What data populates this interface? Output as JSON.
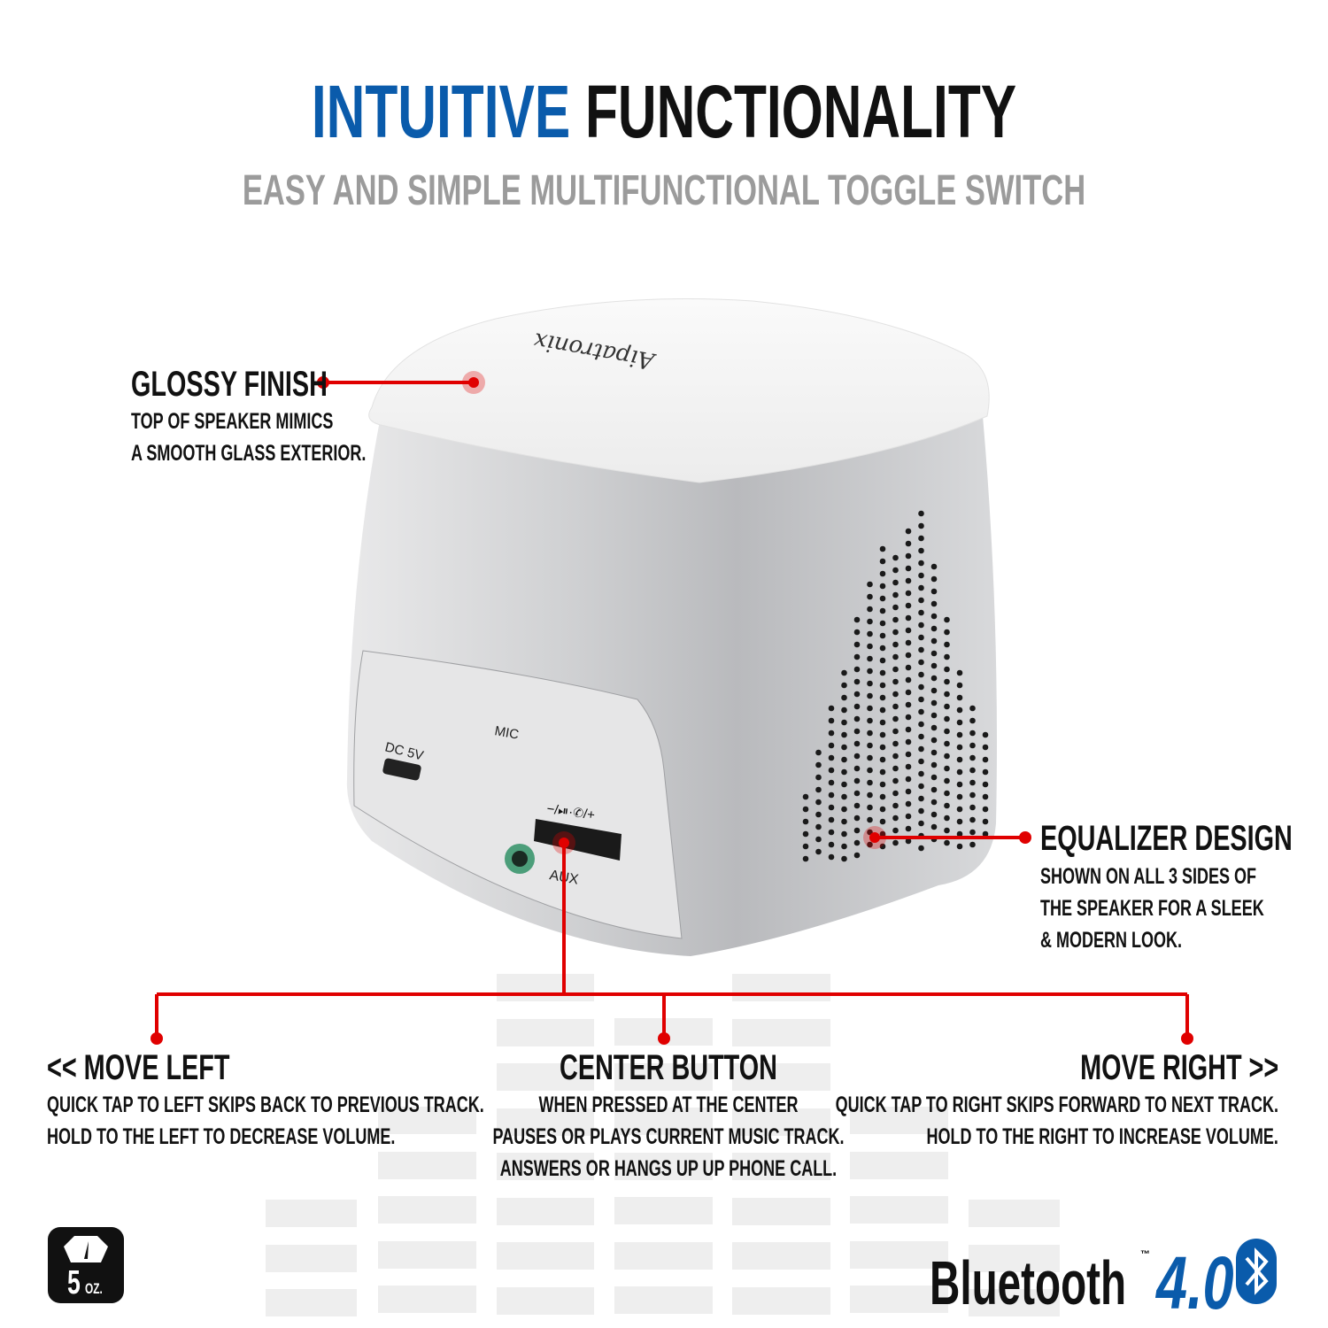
{
  "header": {
    "title_accent": "INTUITIVE",
    "title_main": "FUNCTIONALITY",
    "subtitle": "EASY AND SIMPLE MULTIFUNCTIONAL TOGGLE SWITCH"
  },
  "product": {
    "brand": "Aipatronix",
    "port_labels": {
      "dc": "DC 5V",
      "mic": "MIC",
      "aux": "AUX",
      "toggle": "−/⏯·✆/+"
    }
  },
  "callouts": {
    "glossy": {
      "title": "GLOSSY FINISH",
      "lines": [
        "TOP OF SPEAKER MIMICS",
        "A SMOOTH GLASS EXTERIOR."
      ]
    },
    "equalizer": {
      "title": "EQUALIZER DESIGN",
      "lines": [
        "SHOWN ON ALL 3 SIDES OF",
        "THE SPEAKER FOR A SLEEK",
        "& MODERN LOOK."
      ]
    },
    "left": {
      "title": "<< MOVE LEFT",
      "lines": [
        "QUICK TAP TO LEFT SKIPS BACK TO PREVIOUS TRACK.",
        "HOLD TO THE LEFT TO DECREASE VOLUME."
      ]
    },
    "center": {
      "title": "CENTER BUTTON",
      "lines": [
        "WHEN PRESSED AT THE CENTER",
        "PAUSES OR PLAYS CURRENT MUSIC TRACK.",
        "ANSWERS OR HANGS UP UP PHONE CALL."
      ]
    },
    "right": {
      "title": "MOVE RIGHT >>",
      "lines": [
        "QUICK TAP TO RIGHT SKIPS FORWARD TO NEXT TRACK.",
        "HOLD TO THE RIGHT TO INCREASE VOLUME."
      ]
    }
  },
  "badges": {
    "weight": {
      "value": "5",
      "unit": "OZ.",
      "icon": "scale-icon"
    },
    "bluetooth": {
      "word": "Bluetooth",
      "tm": "™",
      "version": "4.0",
      "icon": "bluetooth-icon"
    }
  },
  "colors": {
    "accent_blue": "#0a5bab",
    "callout_red": "#e00000",
    "subtitle_grey": "#9b9b9b"
  }
}
